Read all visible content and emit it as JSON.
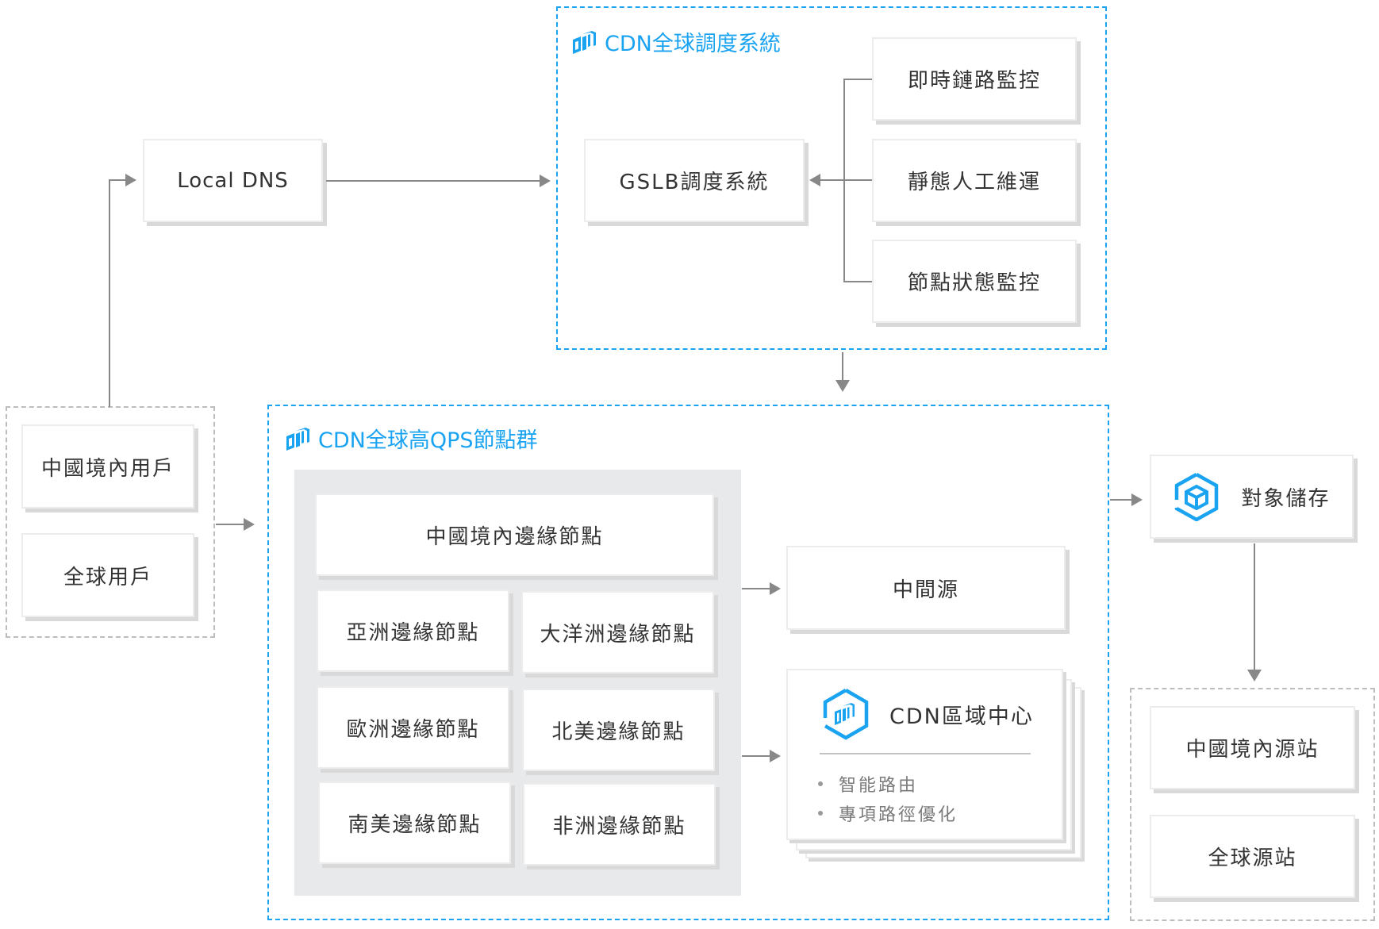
{
  "colors": {
    "accent": "#1aa3f0",
    "text": "#333333",
    "muted_text": "#7a7a7a",
    "connector": "#888888",
    "panel_bg": "#e8e9eb"
  },
  "users_group": {
    "items": [
      "中國境內用戶",
      "全球用戶"
    ]
  },
  "local_dns": {
    "label": "Local DNS"
  },
  "scheduling_group": {
    "title": "CDN全球調度系統",
    "icon": "cdn-logo-icon",
    "gslb": {
      "label": "GSLB調度系統"
    },
    "inputs": [
      "即時鏈路監控",
      "靜態人工維運",
      "節點狀態監控"
    ]
  },
  "node_group": {
    "title": "CDN全球高QPS節點群",
    "icon": "cdn-logo-icon",
    "edge_nodes": {
      "top": "中國境內邊緣節點",
      "grid": [
        "亞洲邊緣節點",
        "大洋洲邊緣節點",
        "歐洲邊緣節點",
        "北美邊緣節點",
        "南美邊緣節點",
        "非洲邊緣節點"
      ]
    },
    "mid_origin": {
      "label": "中間源"
    },
    "region_center": {
      "title": "CDN區域中心",
      "icon": "cdn-hexagon-logo-icon",
      "features": [
        "智能路由",
        "專項路徑優化"
      ]
    }
  },
  "object_storage": {
    "label": "對象儲存",
    "icon": "storage-cube-icon"
  },
  "origin_group": {
    "items": [
      "中國境內源站",
      "全球源站"
    ]
  }
}
